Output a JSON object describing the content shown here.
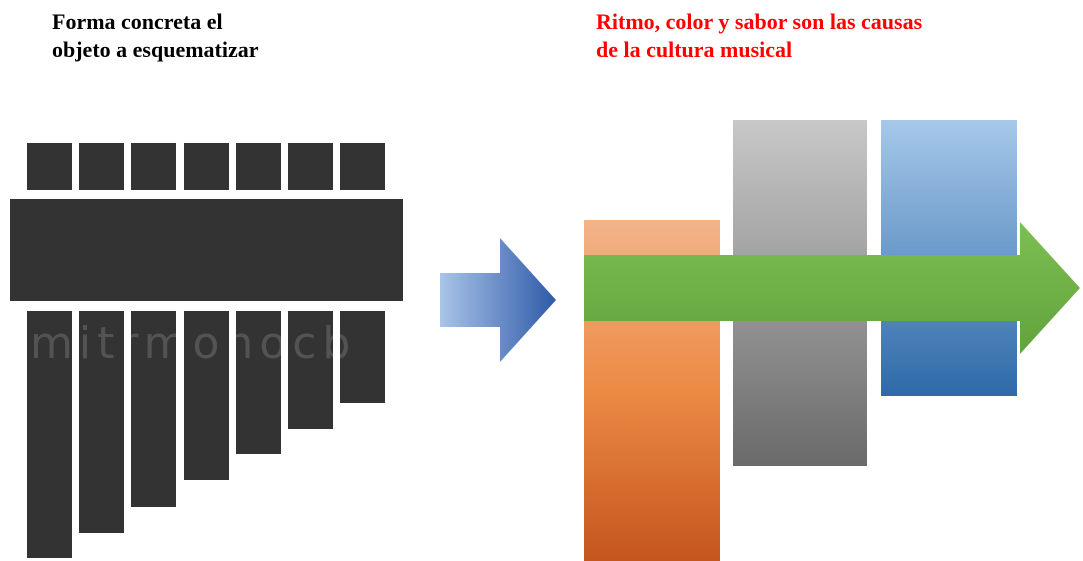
{
  "left_caption": {
    "line1": "Forma concreta el",
    "line2": "objeto a esquematizar"
  },
  "right_caption": {
    "line1": "Ritmo, color y sabor son las causas",
    "line2": "de la cultura musical"
  },
  "watermark": "mitrmonocb",
  "colors": {
    "pan_flute": "#333333",
    "small_arrow_start": "#a9c4e8",
    "small_arrow_end": "#2e5aa8",
    "orange_bar_top": "#f2b48a",
    "orange_bar_bottom": "#c4561e",
    "gray_bar_top": "#c8c8c8",
    "gray_bar_bottom": "#6a6a6a",
    "blue_bar_top": "#a6c8ea",
    "blue_bar_bottom": "#2e6aa8",
    "green_arrow": "#70ad47",
    "right_caption_text": "#ff0000"
  },
  "icons": [
    "pan-flute-icon",
    "right-arrow-icon",
    "bars-with-arrow-icon"
  ]
}
